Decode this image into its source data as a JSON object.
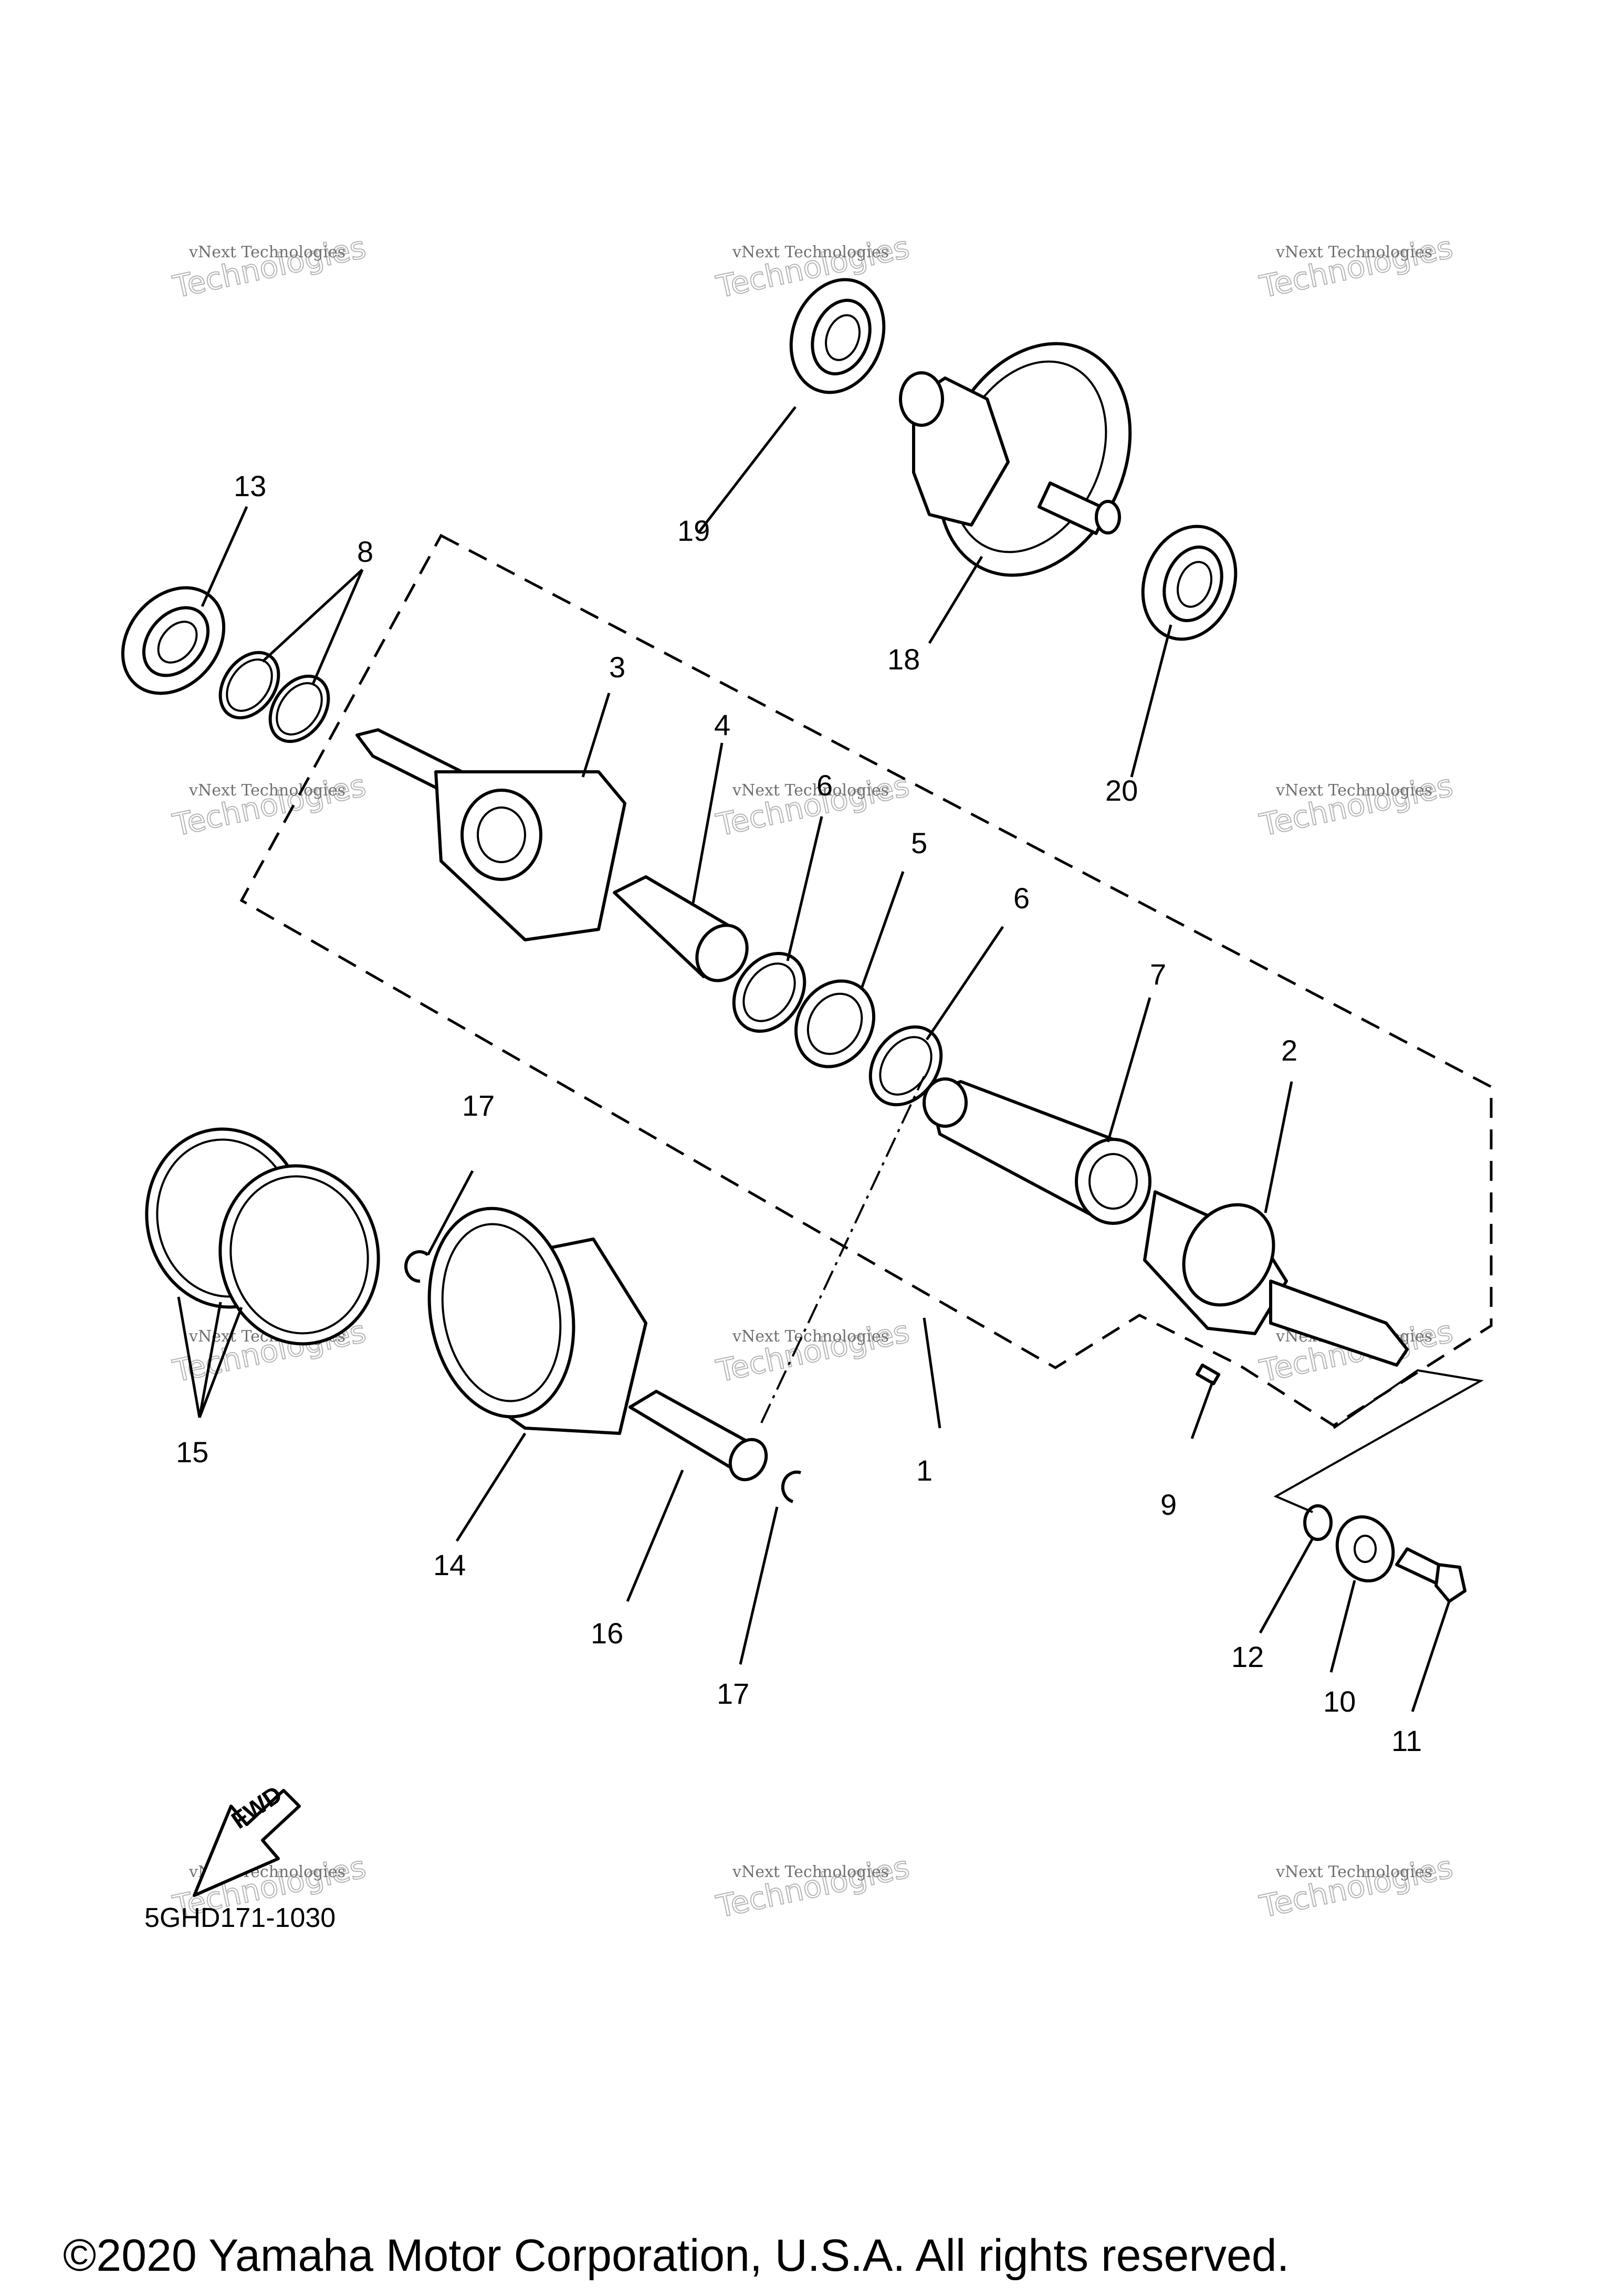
{
  "callouts": {
    "c1": "1",
    "c2": "2",
    "c3": "3",
    "c4": "4",
    "c5": "5",
    "c6a": "6",
    "c6b": "6",
    "c7": "7",
    "c8": "8",
    "c9": "9",
    "c10": "10",
    "c11": "11",
    "c12": "12",
    "c13": "13",
    "c14": "14",
    "c15": "15",
    "c16": "16",
    "c17a": "17",
    "c17b": "17",
    "c18": "18",
    "c19": "19",
    "c20": "20"
  },
  "watermark": {
    "line1": "vNext Technologies",
    "line2": "vNext",
    "line3": "Technologies"
  },
  "fwd_label": "FWD",
  "diagram_ref": "5GHD171-1030",
  "copyright": "©2020 Yamaha Motor Corporation, U.S.A. All rights reserved."
}
